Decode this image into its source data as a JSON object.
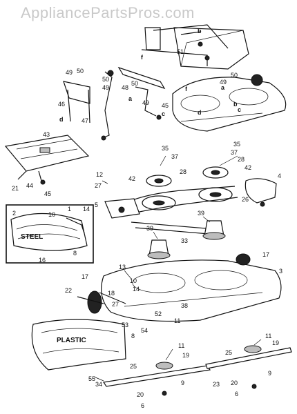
{
  "watermark": "AppliancePartsPros.com",
  "callouts": {
    "c51": "51",
    "c49a": "49",
    "c50a": "50",
    "c46": "46",
    "c47": "47",
    "c48": "48",
    "c50b": "50",
    "c49b": "49",
    "c45a": "45",
    "c50c": "50",
    "c49c": "49",
    "c43": "43",
    "c21": "21",
    "c44": "44",
    "c45b": "45",
    "c35a": "35",
    "c37a": "37",
    "c28a": "28",
    "c12": "12",
    "c27a": "27",
    "c42a": "42",
    "c5": "5",
    "c2": "2",
    "c10a": "10",
    "c1": "1",
    "c14a": "14",
    "c8a": "8",
    "c16": "16",
    "c35b": "35",
    "c37b": "37",
    "c28b": "28",
    "c42b": "42",
    "c4": "4",
    "c26": "26",
    "c39a": "39",
    "c33": "33",
    "c39b": "39",
    "c17a": "17",
    "c3": "3",
    "c13": "13",
    "c10b": "10",
    "c14b": "14",
    "c18": "18",
    "c27b": "27",
    "c22": "22",
    "c17b": "17",
    "c38": "38",
    "c52": "52",
    "c11a": "11",
    "c53": "53",
    "c8b": "8",
    "c54": "54",
    "c55": "55",
    "c11b": "11",
    "c19a": "19",
    "c25a": "25",
    "c9a": "9",
    "c34": "34",
    "c20a": "20",
    "c6a": "6",
    "c11c": "11",
    "c19b": "19",
    "c25b": "25",
    "c9b": "9",
    "c23": "23",
    "c20b": "20",
    "c6b": "6"
  },
  "letters": {
    "a1": "a",
    "a2": "a",
    "b1": "b",
    "b2": "b",
    "c1": "c",
    "c2": "c",
    "d1": "d",
    "d2": "d",
    "f1": "f",
    "f2": "f"
  },
  "labels": {
    "steel": "STEEL",
    "plastic": "PLASTIC"
  }
}
